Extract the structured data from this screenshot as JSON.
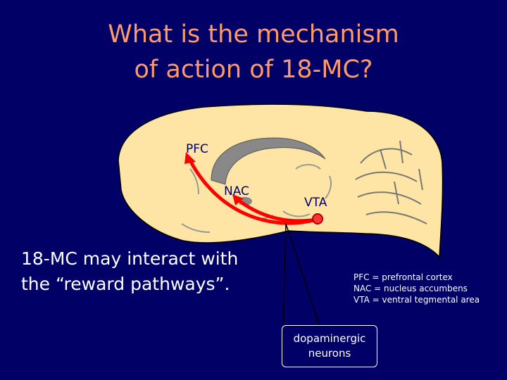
{
  "title": {
    "line1": "What is the mechanism",
    "line2": "of action of 18-MC?"
  },
  "brain_labels": {
    "pfc": "PFC",
    "nac": "NAC",
    "vta": "VTA"
  },
  "main_text": {
    "line1": "18-MC may interact with",
    "line2": "the “reward pathways”."
  },
  "legend": {
    "pfc": "PFC = prefrontal cortex",
    "nac": "NAC = nucleus accumbens",
    "vta": "VTA = ventral tegmental area"
  },
  "callout": {
    "line1": "dopaminergic",
    "line2": "neurons"
  },
  "colors": {
    "background": "#000066",
    "title": "#ff9966",
    "brain": "#ffe5a5",
    "pathway": "#ff0000",
    "text": "#ffffff"
  }
}
